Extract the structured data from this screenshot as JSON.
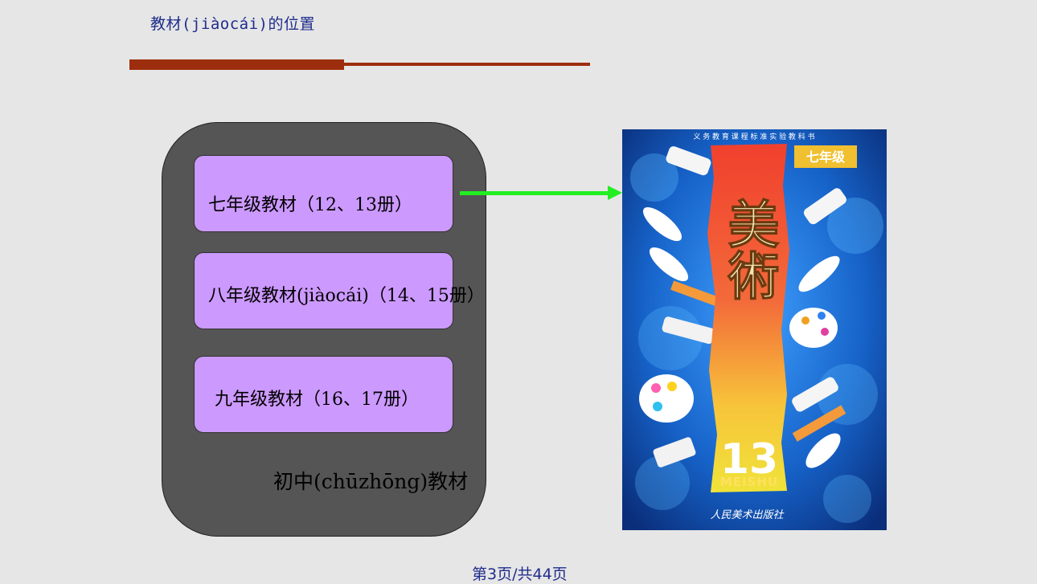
{
  "slide": {
    "title": "教材(jiàocái)的位置",
    "footer": "第3页/共44页"
  },
  "container": {
    "caption": "初中(chūzhōng)教材",
    "cards": [
      {
        "label": "七年级教材（12、13册）"
      },
      {
        "label": "八年级教材(jiàocái)（14、15册）"
      },
      {
        "label": "九年级教材（16、17册）"
      }
    ]
  },
  "book": {
    "series_text": "义 务 教 育 课 程 标 准 实 验 教 科 书",
    "grade_badge": "七年级",
    "title_chars": "美術",
    "volume_number": "13",
    "pinyin": "MEISHU",
    "publisher": "人民美术出版社"
  },
  "colors": {
    "title_text": "#1f2c8c",
    "rule": "#9c2e0d",
    "container_bg": "#555555",
    "card_bg": "#cc99ff",
    "arrow": "#22ee22",
    "book_bg": "#1662c8",
    "book_strip": "#f3563a"
  }
}
